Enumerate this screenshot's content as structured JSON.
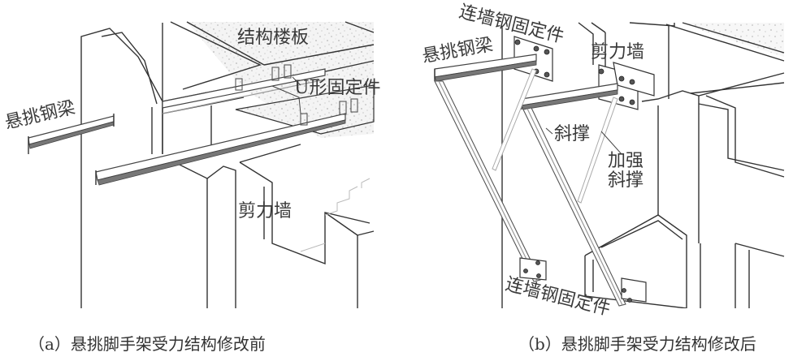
{
  "figure": {
    "panel_a": {
      "caption": "（a）悬挑脚手架受力结构修改前",
      "labels": {
        "floor_slab": "结构楼板",
        "u_fixture": "U形固定件",
        "cantilever_beam": "悬挑钢梁",
        "shear_wall": "剪力墙"
      }
    },
    "panel_b": {
      "caption": "（b）悬挑脚手架受力结构修改后",
      "labels": {
        "wall_tie_fixture_top": "连墙钢固定件",
        "cantilever_beam": "悬挑钢梁",
        "shear_wall": "剪力墙",
        "diagonal_brace": "斜撑",
        "reinforced_brace_line1": "加强",
        "reinforced_brace_line2": "斜撑",
        "wall_tie_fixture_bottom": "连墙钢固定件"
      }
    }
  }
}
